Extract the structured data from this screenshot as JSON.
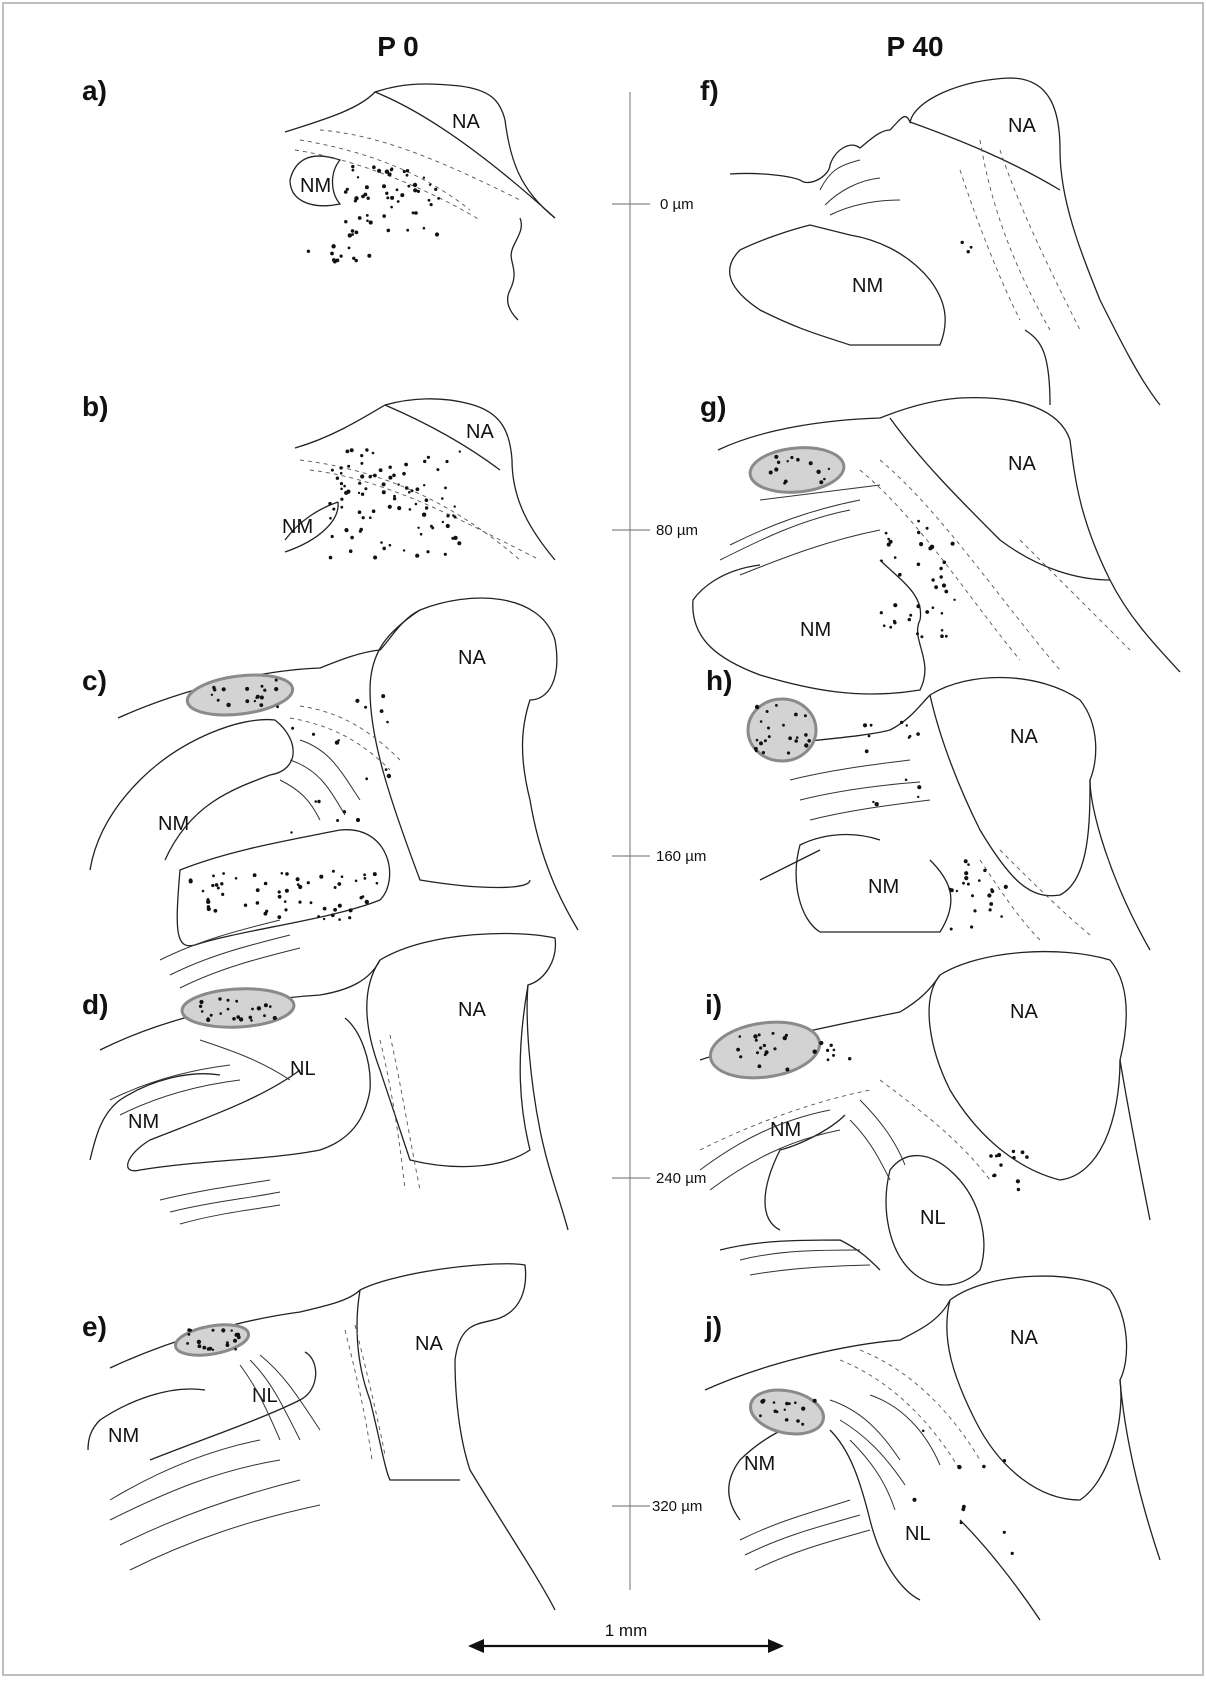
{
  "columns": {
    "left": "P 0",
    "right": "P 40"
  },
  "panels": [
    {
      "label": "a)",
      "regions": [
        "NA",
        "NM"
      ]
    },
    {
      "label": "b)",
      "regions": [
        "NA",
        "NM"
      ]
    },
    {
      "label": "c)",
      "regions": [
        "NA",
        "NM"
      ]
    },
    {
      "label": "d)",
      "regions": [
        "NA",
        "NM",
        "NL"
      ]
    },
    {
      "label": "e)",
      "regions": [
        "NA",
        "NM",
        "NL"
      ]
    },
    {
      "label": "f)",
      "regions": [
        "NA",
        "NM"
      ]
    },
    {
      "label": "g)",
      "regions": [
        "NA",
        "NM"
      ]
    },
    {
      "label": "h)",
      "regions": [
        "NA",
        "NM"
      ]
    },
    {
      "label": "i)",
      "regions": [
        "NA",
        "NM",
        "NL"
      ]
    },
    {
      "label": "j)",
      "regions": [
        "NA",
        "NM",
        "NL"
      ]
    }
  ],
  "depth_axis": {
    "ticks": [
      "0 µm",
      "80 µm",
      "160 µm",
      "240 µm",
      "320 µm"
    ]
  },
  "scale_bar": {
    "label": "1 mm"
  },
  "colors": {
    "line": "#222222",
    "highlight_fill": "#d3d3d3",
    "highlight_stroke": "#8a8a8a"
  }
}
